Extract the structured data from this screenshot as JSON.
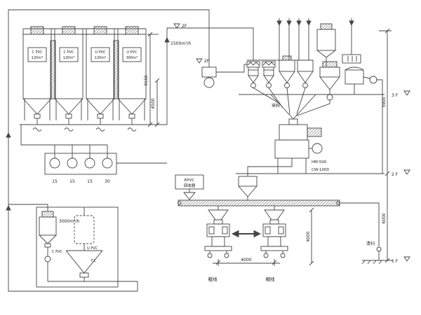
{
  "silos": [
    {
      "name": "C PVC",
      "capacity": "120m³"
    },
    {
      "name": "C PVC",
      "capacity": "120m³"
    },
    {
      "name": "U PVC",
      "capacity": "120m³"
    },
    {
      "name": "U PVC",
      "capacity": "300m³"
    }
  ],
  "flows": {
    "fill_line": "1500m³/h",
    "recycle_line": "3000m³/h"
  },
  "pumps": {
    "labels": [
      "15",
      "15",
      "15",
      "30"
    ]
  },
  "dims": {
    "silo_total_height": "9150",
    "silo_cone_height": "4500",
    "right_upper": "5900",
    "right_lower": "6000",
    "station_span": "4000",
    "station_height": "4000"
  },
  "floors": {
    "f3": "3 F",
    "f2": "2 F",
    "f1": "1 F",
    "marker_a": "2F",
    "marker_b": "2F"
  },
  "equipment": {
    "mixer_top": "HM-500",
    "mixer_bottom": "CW-1000",
    "recycler_line1": "EPVC",
    "recycler_line2": "回收器",
    "incoming": "来料",
    "cleaning": "清扫",
    "floor_level": "F.L"
  },
  "bottom_tanks": {
    "left": "C PVC",
    "right": "U PVC"
  },
  "stations": {
    "left": "粗线",
    "right": "细线"
  }
}
